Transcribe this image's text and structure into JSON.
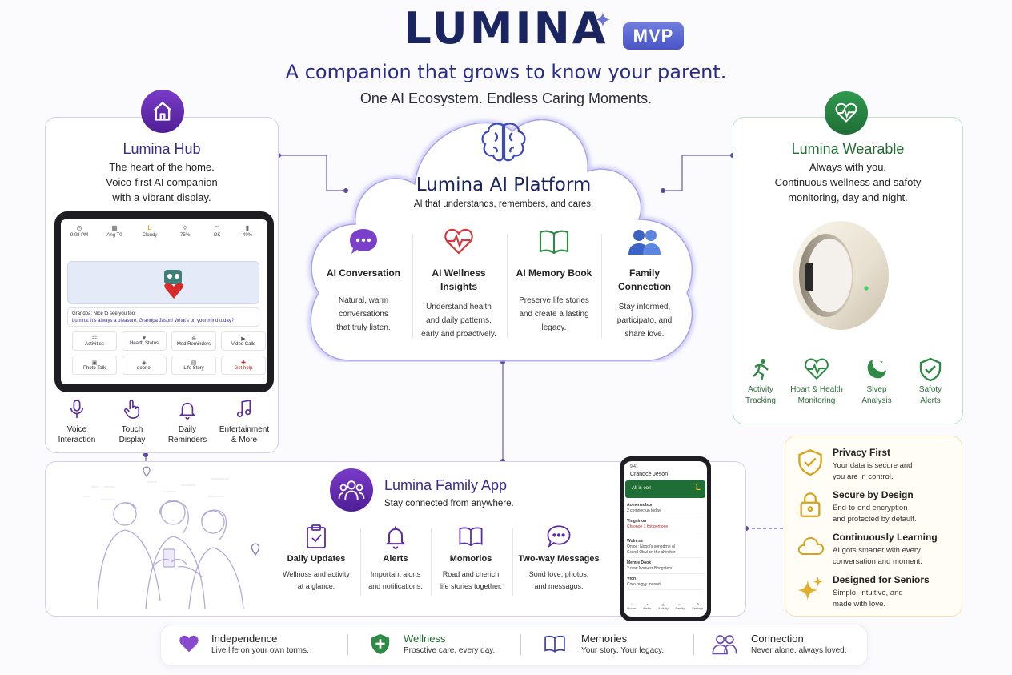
{
  "header": {
    "title": "LUMINA",
    "badge": "MVP",
    "tagline": "A companion that grows to know your parent.",
    "subtagline": "One AI Ecosystem.  Endless Caring Moments."
  },
  "colors": {
    "navy": "#1b2560",
    "purple": "#5b2aa8",
    "green": "#2e8a44",
    "gold": "#d5a21a"
  },
  "hub": {
    "title": "Lumina Hub",
    "desc_lines": [
      "The heart of the home.",
      "Voico-first AI companion",
      "with a vibrant display."
    ],
    "tablet": {
      "status": [
        {
          "icon": "clock-icon",
          "value": "9:08 PM"
        },
        {
          "icon": "calendar-icon",
          "value": "Ang T0"
        },
        {
          "icon": "lumina-logo",
          "value": "Cloudy"
        },
        {
          "icon": "drop-icon",
          "value": "75%"
        },
        {
          "icon": "wifi-icon",
          "value": "OK"
        },
        {
          "icon": "battery-icon",
          "value": "40%"
        }
      ],
      "chat": [
        "Grandpa: Nice to see you too!",
        "Lumina: It's always a pleasure, Grandpa Jason! What's on your mind today?"
      ],
      "buttons": [
        "Activities",
        "Health Status",
        "Med Reminders",
        "Video Calls",
        "Photo Talk",
        "doonel",
        "Life Story",
        "Get help"
      ]
    },
    "features": [
      {
        "icon": "mic-icon",
        "label": "Voice\nInteraction"
      },
      {
        "icon": "touch-icon",
        "label": "Touch\nDisplay"
      },
      {
        "icon": "bell-icon",
        "label": "Daily\nReminders"
      },
      {
        "icon": "music-icon",
        "label": "Entertainment\n& More"
      }
    ]
  },
  "platform": {
    "title": "Lumina AI Platform",
    "subtitle": "AI that understands, remembers, and cares.",
    "features": [
      {
        "icon": "chat-bubble-icon",
        "title": "AI Conversation",
        "desc": "Natural, warm\nconversations\nthat truly listen."
      },
      {
        "icon": "heart-pulse-icon",
        "title": "AI Wellness\nInsights",
        "desc": "Understand health\nand daily patterns,\nearly and proactively."
      },
      {
        "icon": "book-icon",
        "title": "AI Memory Book",
        "desc": "Preserve life stories\nand create a lasting\nlegacy."
      },
      {
        "icon": "people-icon",
        "title": "Family\nConnection",
        "desc": "Stay informed,\nparticipato, and\nshare love."
      }
    ]
  },
  "wearable": {
    "title": "Lumina Wearable",
    "desc_lines": [
      "Always with you.",
      "Continuous wellness and safoty",
      "monitoring, day and night."
    ],
    "features": [
      {
        "icon": "running-icon",
        "label": "Activity\nTracking"
      },
      {
        "icon": "heart-rate-icon",
        "label": "Hoart & Health\nMonitoring"
      },
      {
        "icon": "moon-icon",
        "label": "Slvep\nAnalysis"
      },
      {
        "icon": "shield-check-icon",
        "label": "Safoty\nAlerts"
      }
    ]
  },
  "family_app": {
    "title": "Lumina Family App",
    "subtitle": "Stay connected from anywhere.",
    "features": [
      {
        "icon": "clipboard-check-icon",
        "title": "Daily Updates",
        "desc": "Wellnoss and activity\nat a glance."
      },
      {
        "icon": "bell-icon",
        "title": "Alerts",
        "desc": "Important aiorts\nand notifications."
      },
      {
        "icon": "book-icon",
        "title": "Momorios",
        "desc": "Road and cherich\nlife stories together."
      },
      {
        "icon": "message-icon",
        "title": "Two-way Messages",
        "desc": "Sond love, photos,\nand messagos."
      }
    ],
    "phone": {
      "time": "9:41",
      "name": "Crandce Jeson",
      "status": "All is ooil",
      "rows": [
        {
          "title": "Aomensolson",
          "desc": "2 comnoctun today"
        },
        {
          "title": "Vingsinon",
          "desc": "Chronoe 1 hot portlone"
        },
        {
          "title": "Wolnrsa",
          "desc": "Onloe: Nooci's songdrne ol\nGrand Obul on the ahirsher"
        },
        {
          "title": "Memre Dook",
          "desc": "2 new Nornesr Bhogsters"
        },
        {
          "title": "Vfoh",
          "desc": "Coro bvgyy mvand"
        }
      ],
      "nav": [
        "Home",
        "Alerts",
        "Activity",
        "Family",
        "Settings"
      ]
    }
  },
  "privacy": [
    {
      "icon": "shield-check-icon",
      "title": "Privacy First",
      "desc": "Your data is secure and\nyou are in control."
    },
    {
      "icon": "lock-icon",
      "title": "Secure by Design",
      "desc": "End-to-end encryption\nand protected by default."
    },
    {
      "icon": "cloud-icon",
      "title": "Continuously Learning",
      "desc": "AI gots smarter with every\nconversation and moment."
    },
    {
      "icon": "sparkle-icon",
      "title": "Designed for Seniors",
      "desc": "Simplo, intuitive, and\nmade with love."
    }
  ],
  "footer": [
    {
      "icon": "heart-icon",
      "title": "Independence",
      "desc": "Live life on your own torms."
    },
    {
      "icon": "shield-plus-icon",
      "title": "Wellness",
      "desc": "Prosctive care, every day."
    },
    {
      "icon": "book-icon",
      "title": "Memories",
      "desc": "Your story.  Your legacy."
    },
    {
      "icon": "people-icon",
      "title": "Connection",
      "desc": "Never alone, always loved."
    }
  ]
}
